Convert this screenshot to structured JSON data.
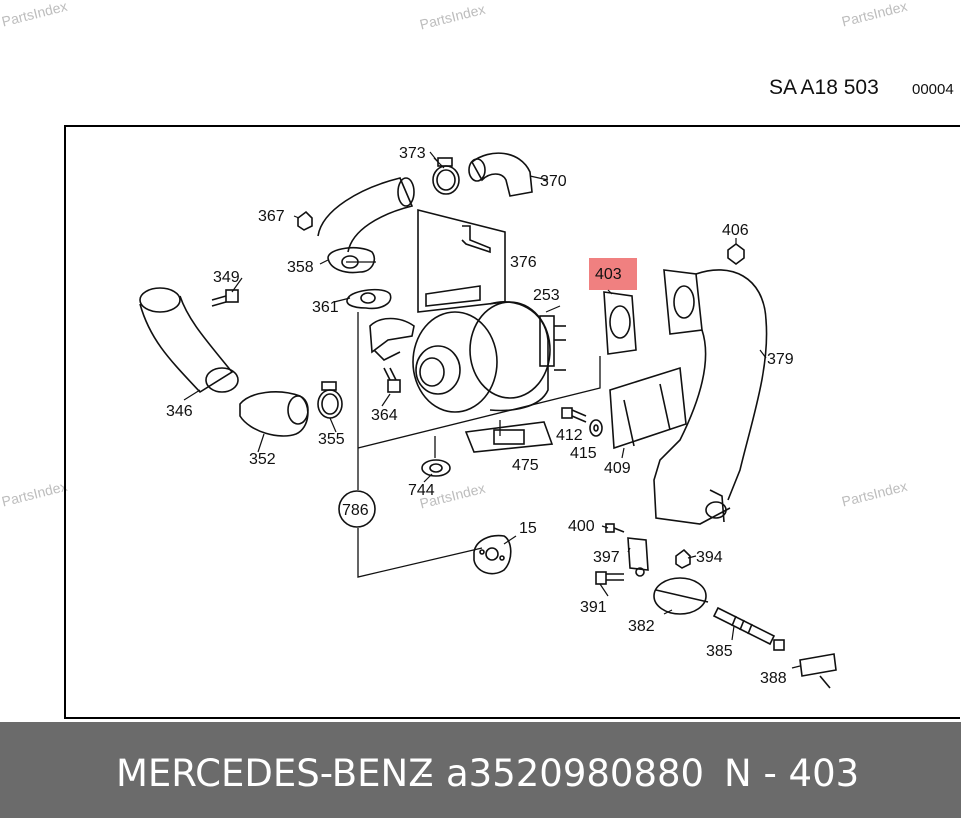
{
  "watermarks": [
    "PartsIndex",
    "PartsIndex",
    "PartsIndex",
    "PartsIndex",
    "PartsIndex",
    "PartsIndex"
  ],
  "header": {
    "code": "SA A18 503",
    "sub": "00004"
  },
  "callouts": {
    "c373": "373",
    "c370": "370",
    "c367": "367",
    "c376": "376",
    "c358": "358",
    "c406": "406",
    "c403": "403",
    "c349": "349",
    "c253": "253",
    "c361": "361",
    "c379": "379",
    "c346": "346",
    "c364": "364",
    "c412": "412",
    "c415": "415",
    "c355": "355",
    "c352": "352",
    "c475": "475",
    "c409": "409",
    "c744": "744",
    "c786": "786",
    "c15": "15",
    "c400": "400",
    "c397": "397",
    "c394": "394",
    "c391": "391",
    "c382": "382",
    "c385": "385",
    "c388": "388"
  },
  "highlight_color": "#f08080",
  "footer": {
    "brand": "MERCEDES-BENZ",
    "dash": "-",
    "part_number": "a3520980880",
    "position": "N - 403"
  }
}
